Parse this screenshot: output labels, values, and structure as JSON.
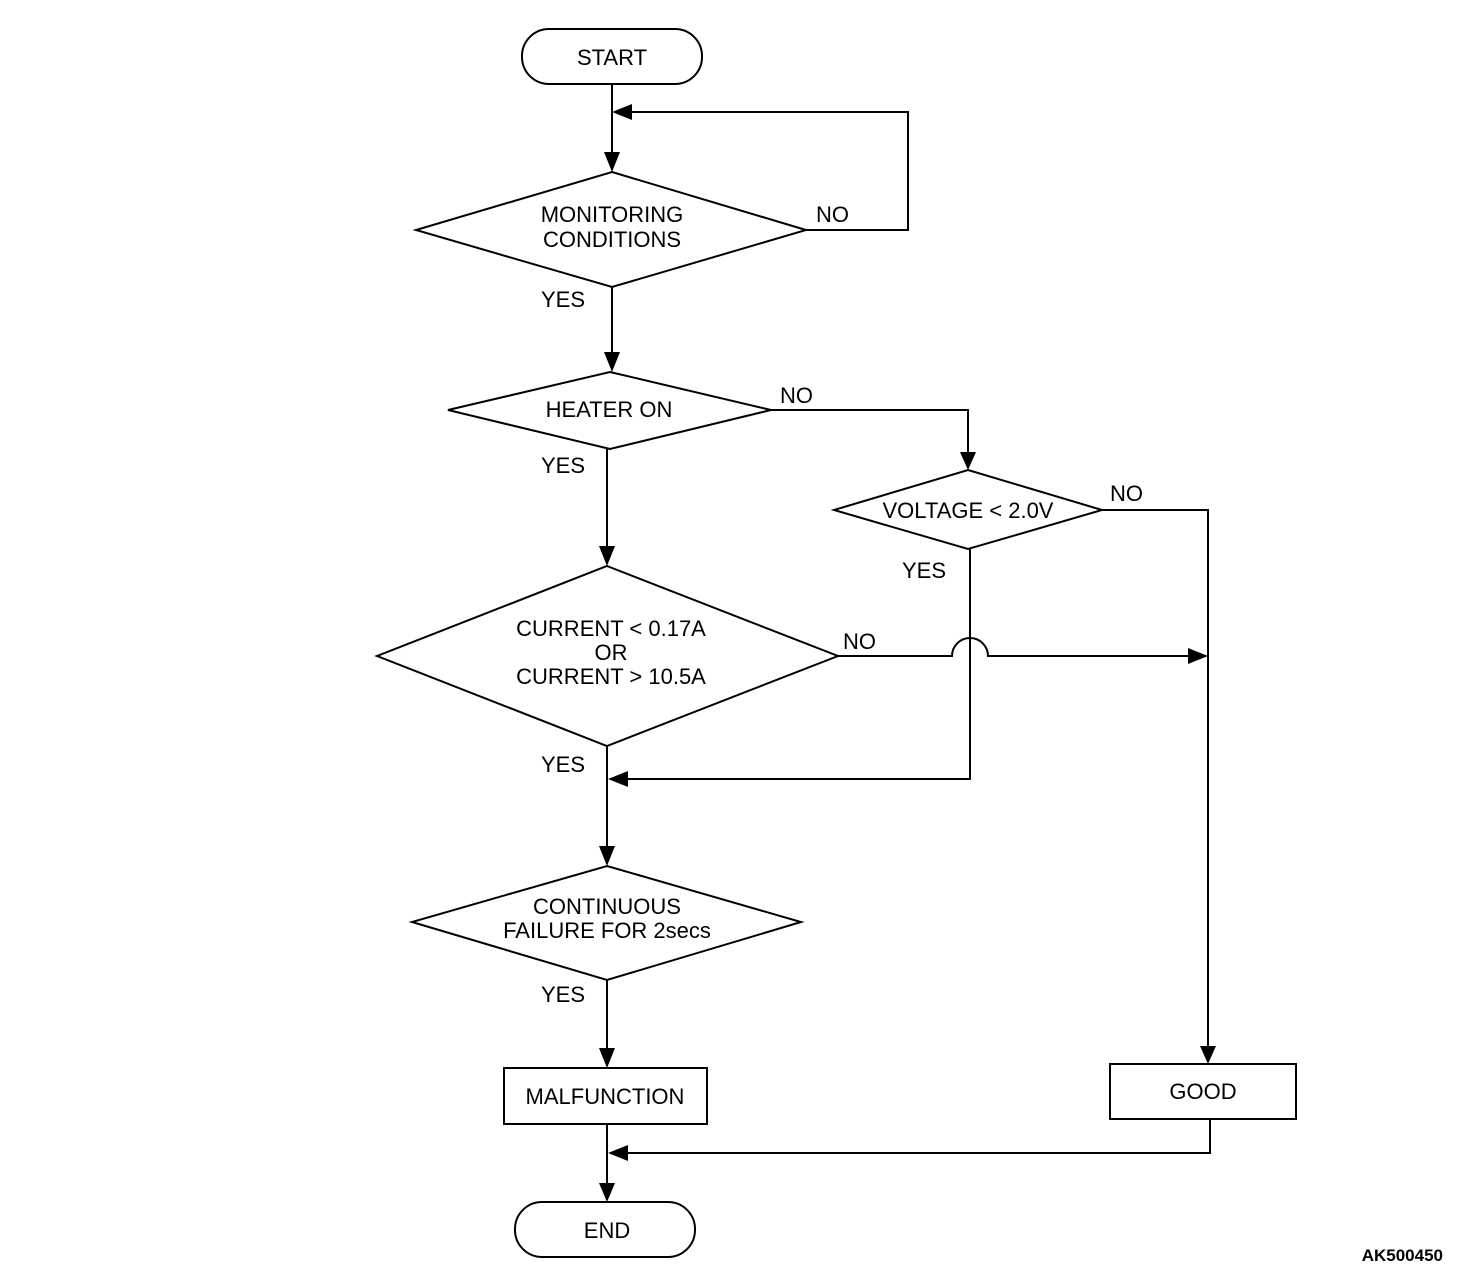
{
  "nodes": {
    "start": "START",
    "monitoring": [
      "MONITORING",
      "CONDITIONS"
    ],
    "heater": "HEATER ON",
    "voltage": "VOLTAGE < 2.0V",
    "current": [
      "CURRENT < 0.17A",
      "OR",
      "CURRENT > 10.5A"
    ],
    "continuous": [
      "CONTINUOUS",
      "FAILURE FOR 2secs"
    ],
    "malfunction": "MALFUNCTION",
    "good": "GOOD",
    "end": "END"
  },
  "labels": {
    "monitoring_no": "NO",
    "monitoring_yes": "YES",
    "heater_no": "NO",
    "heater_yes": "YES",
    "voltage_no": "NO",
    "voltage_yes": "YES",
    "current_no": "NO",
    "current_yes": "YES",
    "continuous_yes": "YES"
  },
  "figure_id": "AK500450"
}
